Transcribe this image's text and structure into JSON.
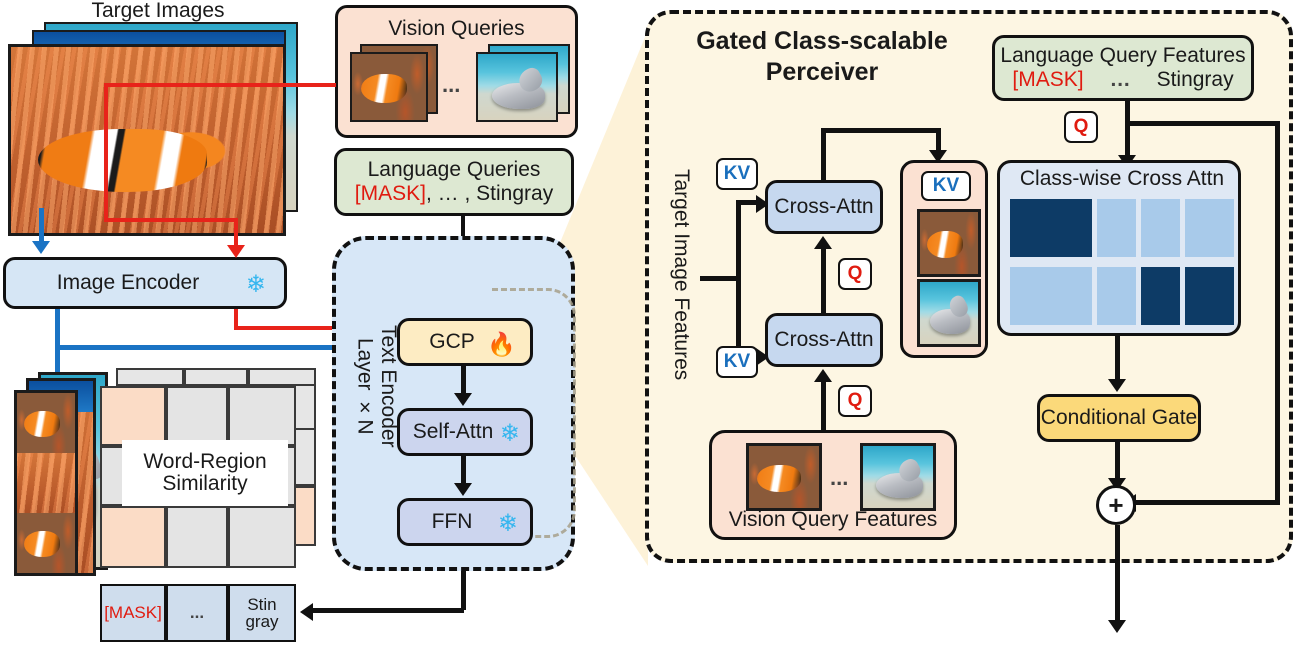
{
  "figure": {
    "title_left": "Target Images",
    "highlight_color": "#fdf2d8",
    "accent_blue": "#1a73c4",
    "accent_red": "#e8231a",
    "mask_token_color": "#e01b10"
  },
  "left_panel": {
    "target_images_label": "Target Images",
    "vision_queries": {
      "title": "Vision Queries",
      "ellipsis": "..."
    },
    "language_queries": {
      "title": "Language Queries",
      "mask": "[MASK]",
      "sep1": ", ",
      "ellipsis": "…",
      "sep2": " , ",
      "last": "Stingray"
    },
    "image_encoder": {
      "label": "Image Encoder",
      "icon": "snowflake-icon"
    },
    "text_encoder": {
      "label_line1": "Text  Encoder",
      "label_line2": "Layer ×N"
    },
    "blocks": [
      {
        "label": "GCP",
        "icon": "flame-icon",
        "state": "trainable"
      },
      {
        "label": "Self-Attn",
        "icon": "snowflake-icon",
        "state": "frozen"
      },
      {
        "label": "FFN",
        "icon": "snowflake-icon",
        "state": "frozen"
      }
    ],
    "similarity": {
      "label_line1": "Word-Region",
      "label_line2": "Similarity"
    },
    "word_row": [
      {
        "text": "[MASK]",
        "highlight": true
      },
      {
        "text": "...",
        "highlight": false
      },
      {
        "text": "Stin gray",
        "line1": "Stin",
        "line2": "gray",
        "highlight": false
      }
    ]
  },
  "right_panel": {
    "title_line1": "Gated Class-scalable",
    "title_line2": "Perceiver",
    "language_query_features": {
      "title": "Language Query Features",
      "mask": "[MASK]",
      "ellipsis": "…",
      "last": "Stingray"
    },
    "target_image_features_label": "Target Image Features",
    "vision_query_features_label": "Vision Query Features",
    "vision_query_ellipsis": "...",
    "cross_attn_top": "Cross-Attn",
    "cross_attn_bottom": "Cross-Attn",
    "class_wise_cross_attn": "Class-wise Cross Attn",
    "conditional_gate": "Conditional Gate",
    "tags": {
      "kv": "KV",
      "q": "Q"
    },
    "sum_symbol": "+"
  },
  "chart_data": {
    "type": "heatmap",
    "title": "Class-wise Cross Attn",
    "rows": 2,
    "cols": 5,
    "colors": {
      "high": "#0d3b66",
      "low": "#a8caea",
      "bg": "#dfe8f4"
    },
    "cell_spans": [
      [
        2,
        1,
        1,
        1
      ],
      [
        2,
        1,
        1,
        1
      ]
    ],
    "values": [
      [
        1.0,
        0.25,
        0.25,
        0.25
      ],
      [
        0.25,
        0.25,
        1.0,
        1.0
      ]
    ]
  }
}
